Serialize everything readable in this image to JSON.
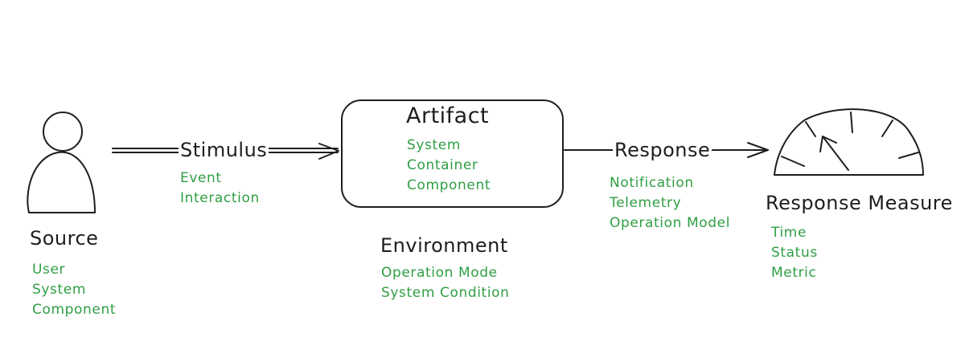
{
  "source": {
    "title": "Source",
    "items": [
      "User",
      "System",
      "Component"
    ]
  },
  "stimulus": {
    "title": "Stimulus",
    "items": [
      "Event",
      "Interaction"
    ]
  },
  "artifact": {
    "title": "Artifact",
    "items": [
      "System",
      "Container",
      "Component"
    ]
  },
  "environment": {
    "title": "Environment",
    "items": [
      "Operation Mode",
      "System Condition"
    ]
  },
  "response": {
    "title": "Response",
    "items": [
      "Notification",
      "Telemetry",
      "Operation Model"
    ]
  },
  "response_measure": {
    "title": "Response Measure",
    "items": [
      "Time",
      "Status",
      "Metric"
    ]
  },
  "colors": {
    "stroke": "#1e1e1e",
    "sub_text": "#2f9e44",
    "background": "#ffffff"
  },
  "icons": {
    "source": "person-icon",
    "response_measure": "gauge-icon"
  }
}
